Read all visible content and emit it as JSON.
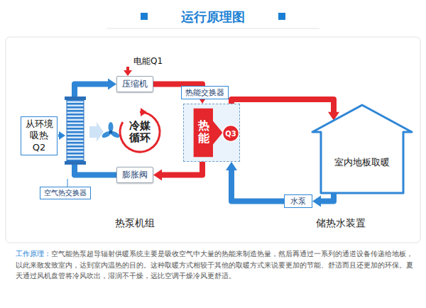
{
  "diagram": {
    "title": "运行原理图",
    "nodes": [
      {
        "text": [
          "从环境吸热Q2"
        ]
      },
      {
        "text": [
          "压缩机"
        ]
      },
      {
        "text": [
          "膨胀阀"
        ]
      },
      {
        "text": [
          "空气热交换器"
        ]
      },
      {
        "text": [
          "热能交换器",
          "热能"
        ]
      },
      {
        "text": [
          "Q3"
        ],
        "in": 4
      },
      {
        "text": [
          "室内地板取暖"
        ]
      },
      {
        "text": [
          "水泵"
        ]
      }
    ],
    "edges": [
      {
        "from": 1,
        "to": 4,
        "arrow": "to"
      },
      {
        "from": 4,
        "to": 2,
        "arrow": "to"
      },
      {
        "from": 2,
        "to": 1,
        "arrow": "to"
      },
      {
        "from": 4,
        "to": 6,
        "arrow": "to"
      },
      {
        "from": 6,
        "to": 7,
        "arrow": "to"
      },
      {
        "from": 7,
        "to": 4,
        "arrow": "to"
      }
    ],
    "labels": [
      "电能Q1",
      "冷媒循环",
      "热泵机组",
      "储热水装置",
      "工作原理：",
      "空气能热泵超导辐射供暖系统主要是吸收空气中大量的热能来制造热量，然后再通过一系列的通道设备传递给地板，以此来散发致室内，达到室内温热的目的。这种取暖方式相较于其他的取暖方式来说要更加的节能、舒适而且还更加的环保。夏天通过风机盘管将冷风吹出，湿润不干燥，远比空调干燥冷风更舒适。"
    ]
  }
}
